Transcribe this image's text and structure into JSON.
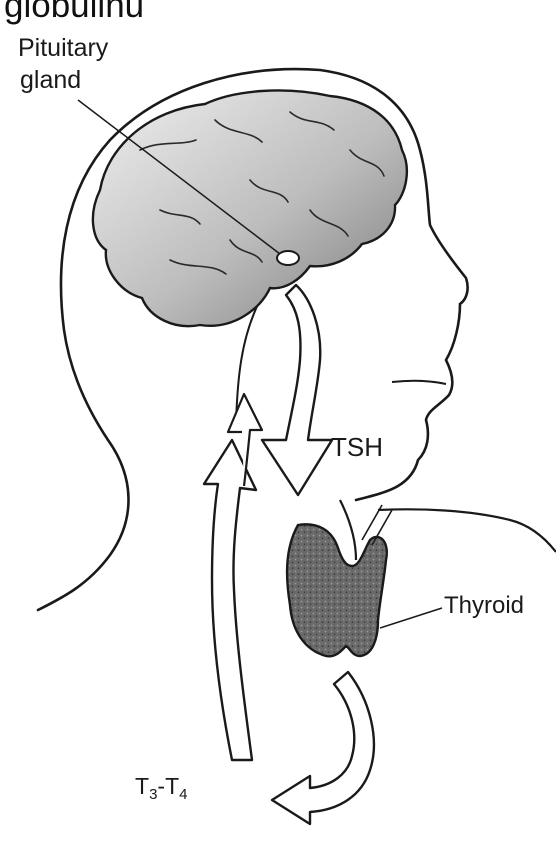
{
  "header_cut_text": "globulinu",
  "labels": {
    "pituitary_line1": "Pituitary",
    "pituitary_line2": "gland",
    "tsh": "TSH",
    "thyroid": "Thyroid",
    "t3t4_t_a": "T",
    "t3t4_sub_a": "3",
    "t3t4_dash": "-T",
    "t3t4_sub_b": "4"
  },
  "colors": {
    "line": "#1a1a1a",
    "brain_light": "#e6e6e6",
    "brain_dark": "#8c8c8c",
    "thyroid": "#5a5a5a"
  }
}
